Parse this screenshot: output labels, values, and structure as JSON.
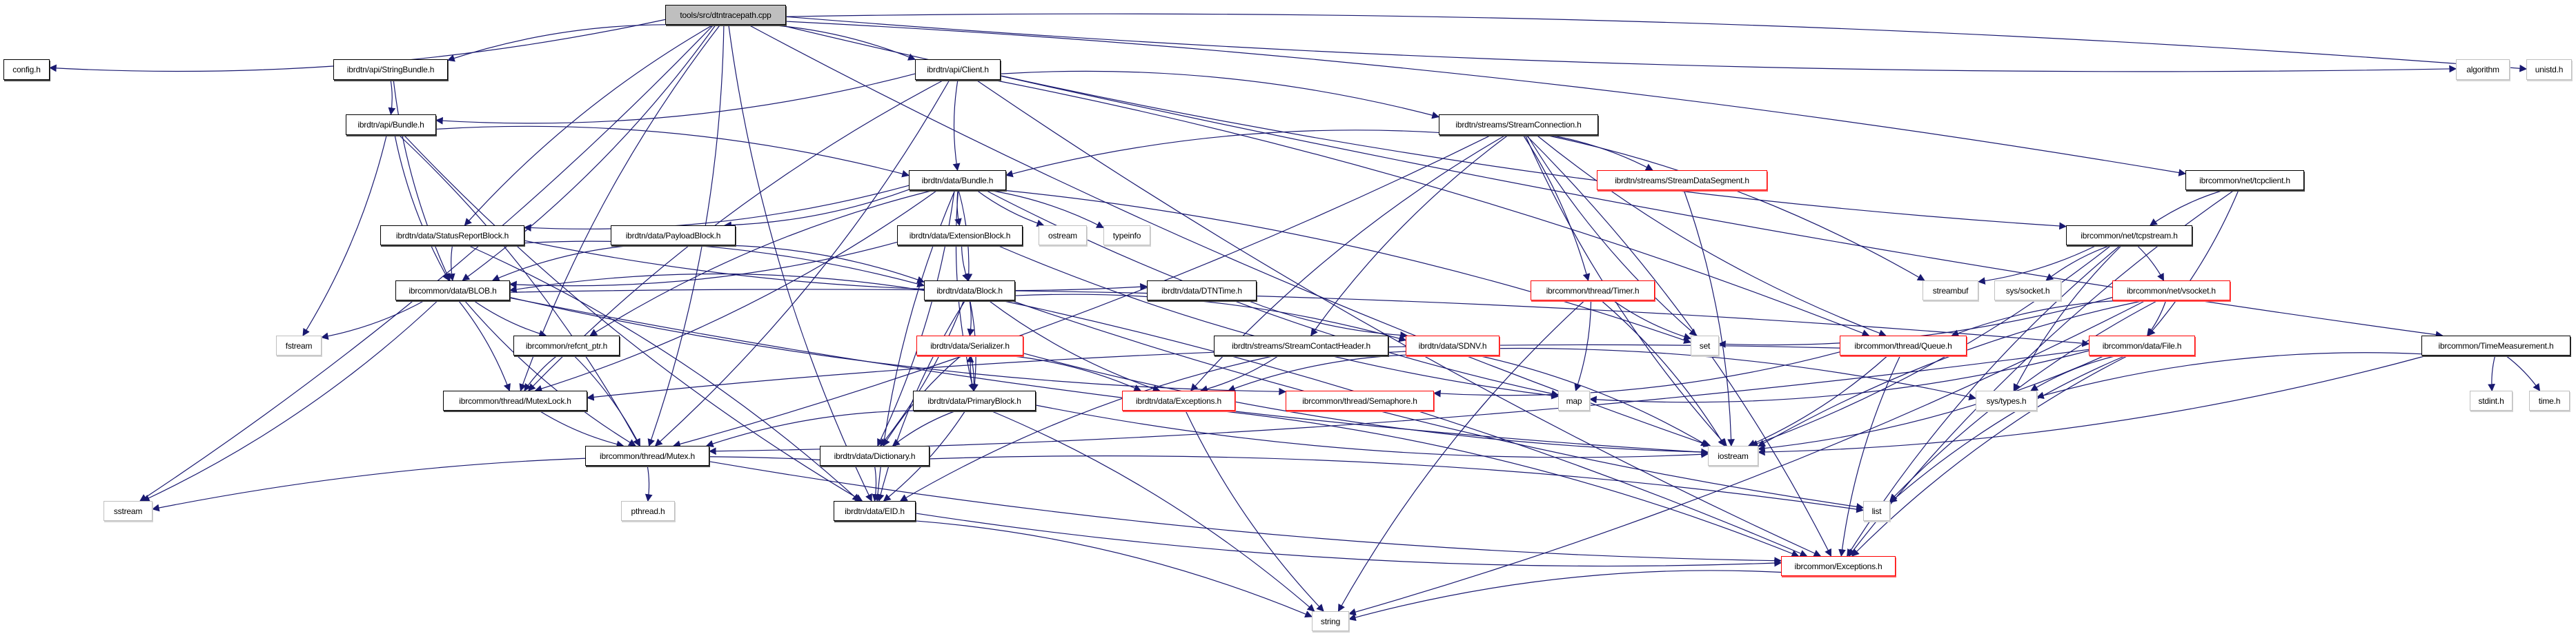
{
  "title": "tools/src/dtntracepath.cpp include dependency graph",
  "colors": {
    "edge": "#191970",
    "root_fill": "#bfbfbf",
    "normal_border": "#000000",
    "truncated_border": "#ff0000",
    "external_border": "#bfbfbf"
  },
  "nodes": [
    {
      "id": "root",
      "label": "tools/src/dtntracepath.cpp",
      "kind": "root"
    },
    {
      "id": "config",
      "label": "config.h",
      "kind": "normal"
    },
    {
      "id": "stringbundle",
      "label": "ibrdtn/api/StringBundle.h",
      "kind": "normal"
    },
    {
      "id": "client",
      "label": "ibrdtn/api/Client.h",
      "kind": "normal"
    },
    {
      "id": "algorithm",
      "label": "algorithm",
      "kind": "external"
    },
    {
      "id": "unistd",
      "label": "unistd.h",
      "kind": "external"
    },
    {
      "id": "apibundle",
      "label": "ibrdtn/api/Bundle.h",
      "kind": "normal"
    },
    {
      "id": "streamconn",
      "label": "ibrdtn/streams/StreamConnection.h",
      "kind": "normal"
    },
    {
      "id": "databundle",
      "label": "ibrdtn/data/Bundle.h",
      "kind": "normal"
    },
    {
      "id": "streamdataseg",
      "label": "ibrdtn/streams/StreamDataSegment.h",
      "kind": "truncated"
    },
    {
      "id": "tcpclient",
      "label": "ibrcommon/net/tcpclient.h",
      "kind": "normal"
    },
    {
      "id": "statusreport",
      "label": "ibrdtn/data/StatusReportBlock.h",
      "kind": "normal"
    },
    {
      "id": "payload",
      "label": "ibrdtn/data/PayloadBlock.h",
      "kind": "normal"
    },
    {
      "id": "extblock",
      "label": "ibrdtn/data/ExtensionBlock.h",
      "kind": "normal"
    },
    {
      "id": "ostream",
      "label": "ostream",
      "kind": "external"
    },
    {
      "id": "typeinfo",
      "label": "typeinfo",
      "kind": "external"
    },
    {
      "id": "tcpstream",
      "label": "ibrcommon/net/tcpstream.h",
      "kind": "normal"
    },
    {
      "id": "blob",
      "label": "ibrcommon/data/BLOB.h",
      "kind": "normal"
    },
    {
      "id": "block",
      "label": "ibrdtn/data/Block.h",
      "kind": "normal"
    },
    {
      "id": "dtntime",
      "label": "ibrdtn/data/DTNTime.h",
      "kind": "normal"
    },
    {
      "id": "timer",
      "label": "ibrcommon/thread/Timer.h",
      "kind": "truncated"
    },
    {
      "id": "streambuf",
      "label": "streambuf",
      "kind": "external"
    },
    {
      "id": "syssocket",
      "label": "sys/socket.h",
      "kind": "external"
    },
    {
      "id": "vsocket",
      "label": "ibrcommon/net/vsocket.h",
      "kind": "truncated"
    },
    {
      "id": "fstream",
      "label": "fstream",
      "kind": "external"
    },
    {
      "id": "refcnt",
      "label": "ibrcommon/refcnt_ptr.h",
      "kind": "normal"
    },
    {
      "id": "serializer",
      "label": "ibrdtn/data/Serializer.h",
      "kind": "truncated"
    },
    {
      "id": "contacthdr",
      "label": "ibrdtn/streams/StreamContactHeader.h",
      "kind": "normal"
    },
    {
      "id": "sdnv",
      "label": "ibrdtn/data/SDNV.h",
      "kind": "truncated"
    },
    {
      "id": "set",
      "label": "set",
      "kind": "external"
    },
    {
      "id": "queue",
      "label": "ibrcommon/thread/Queue.h",
      "kind": "truncated"
    },
    {
      "id": "file",
      "label": "ibrcommon/data/File.h",
      "kind": "truncated"
    },
    {
      "id": "timemeas",
      "label": "ibrcommon/TimeMeasurement.h",
      "kind": "normal"
    },
    {
      "id": "mutexlock",
      "label": "ibrcommon/thread/MutexLock.h",
      "kind": "normal"
    },
    {
      "id": "primary",
      "label": "ibrdtn/data/PrimaryBlock.h",
      "kind": "normal"
    },
    {
      "id": "dataexc",
      "label": "ibrdtn/data/Exceptions.h",
      "kind": "truncated"
    },
    {
      "id": "semaphore",
      "label": "ibrcommon/thread/Semaphore.h",
      "kind": "truncated"
    },
    {
      "id": "map",
      "label": "map",
      "kind": "external"
    },
    {
      "id": "systypes",
      "label": "sys/types.h",
      "kind": "external"
    },
    {
      "id": "stdint",
      "label": "stdint.h",
      "kind": "external"
    },
    {
      "id": "timeh",
      "label": "time.h",
      "kind": "external"
    },
    {
      "id": "mutex",
      "label": "ibrcommon/thread/Mutex.h",
      "kind": "normal"
    },
    {
      "id": "dictionary",
      "label": "ibrdtn/data/Dictionary.h",
      "kind": "normal"
    },
    {
      "id": "iostream",
      "label": "iostream",
      "kind": "external"
    },
    {
      "id": "sstream",
      "label": "sstream",
      "kind": "external"
    },
    {
      "id": "pthread",
      "label": "pthread.h",
      "kind": "external"
    },
    {
      "id": "eid",
      "label": "ibrdtn/data/EID.h",
      "kind": "normal"
    },
    {
      "id": "list",
      "label": "list",
      "kind": "external"
    },
    {
      "id": "commonexc",
      "label": "ibrcommon/Exceptions.h",
      "kind": "truncated"
    },
    {
      "id": "string",
      "label": "string",
      "kind": "external"
    }
  ],
  "edges": [
    [
      "root",
      "config"
    ],
    [
      "root",
      "stringbundle"
    ],
    [
      "root",
      "client"
    ],
    [
      "root",
      "algorithm"
    ],
    [
      "root",
      "unistd"
    ],
    [
      "root",
      "statusreport"
    ],
    [
      "root",
      "tcpclient"
    ],
    [
      "root",
      "timemeas"
    ],
    [
      "root",
      "sstream"
    ],
    [
      "root",
      "mutexlock"
    ],
    [
      "root",
      "mutex"
    ],
    [
      "root",
      "eid"
    ],
    [
      "root",
      "blob"
    ],
    [
      "root",
      "iostream"
    ],
    [
      "stringbundle",
      "apibundle"
    ],
    [
      "stringbundle",
      "blob"
    ],
    [
      "client",
      "apibundle"
    ],
    [
      "client",
      "databundle"
    ],
    [
      "client",
      "streamconn"
    ],
    [
      "client",
      "tcpstream"
    ],
    [
      "client",
      "mutex"
    ],
    [
      "client",
      "mutexlock"
    ],
    [
      "client",
      "queue"
    ],
    [
      "client",
      "commonexc"
    ],
    [
      "apibundle",
      "databundle"
    ],
    [
      "apibundle",
      "blob"
    ],
    [
      "apibundle",
      "fstream"
    ],
    [
      "apibundle",
      "eid"
    ],
    [
      "apibundle",
      "mutex"
    ],
    [
      "streamconn",
      "databundle"
    ],
    [
      "streamconn",
      "streamdataseg"
    ],
    [
      "streamconn",
      "contacthdr"
    ],
    [
      "streamconn",
      "timer"
    ],
    [
      "streamconn",
      "queue"
    ],
    [
      "streamconn",
      "streambuf"
    ],
    [
      "streamconn",
      "iostream"
    ],
    [
      "streamconn",
      "mutex"
    ],
    [
      "streamconn",
      "dataexc"
    ],
    [
      "streamconn",
      "commonexc"
    ],
    [
      "streamconn",
      "set"
    ],
    [
      "streamdataseg",
      "iostream"
    ],
    [
      "tcpclient",
      "tcpstream"
    ],
    [
      "tcpclient",
      "file"
    ],
    [
      "tcpclient",
      "commonexc"
    ],
    [
      "databundle",
      "block"
    ],
    [
      "databundle",
      "primary"
    ],
    [
      "databundle",
      "payload"
    ],
    [
      "databundle",
      "extblock"
    ],
    [
      "databundle",
      "statusreport"
    ],
    [
      "databundle",
      "ostream"
    ],
    [
      "databundle",
      "typeinfo"
    ],
    [
      "databundle",
      "refcnt"
    ],
    [
      "databundle",
      "dictionary"
    ],
    [
      "databundle",
      "eid"
    ],
    [
      "databundle",
      "set"
    ],
    [
      "databundle",
      "map"
    ],
    [
      "databundle",
      "mutexlock"
    ],
    [
      "statusreport",
      "blob"
    ],
    [
      "statusreport",
      "block"
    ],
    [
      "statusreport",
      "dtntime"
    ],
    [
      "statusreport",
      "eid"
    ],
    [
      "payload",
      "blob"
    ],
    [
      "payload",
      "block"
    ],
    [
      "extblock",
      "block"
    ],
    [
      "extblock",
      "blob"
    ],
    [
      "extblock",
      "map"
    ],
    [
      "block",
      "serializer"
    ],
    [
      "block",
      "dataexc"
    ],
    [
      "block",
      "sdnv"
    ],
    [
      "block",
      "eid"
    ],
    [
      "block",
      "dictionary"
    ],
    [
      "block",
      "list"
    ],
    [
      "block",
      "commonexc"
    ],
    [
      "block",
      "blob"
    ],
    [
      "block",
      "primary"
    ],
    [
      "dtntime",
      "sdnv"
    ],
    [
      "blob",
      "fstream"
    ],
    [
      "blob",
      "refcnt"
    ],
    [
      "blob",
      "mutexlock"
    ],
    [
      "blob",
      "mutex"
    ],
    [
      "blob",
      "file"
    ],
    [
      "blob",
      "iostream"
    ],
    [
      "blob",
      "sstream"
    ],
    [
      "blob",
      "semaphore"
    ],
    [
      "refcnt",
      "mutex"
    ],
    [
      "refcnt",
      "mutexlock"
    ],
    [
      "timer",
      "map"
    ],
    [
      "timer",
      "set"
    ],
    [
      "timer",
      "iostream"
    ],
    [
      "timer",
      "string"
    ],
    [
      "tcpstream",
      "streambuf"
    ],
    [
      "tcpstream",
      "syssocket"
    ],
    [
      "tcpstream",
      "vsocket"
    ],
    [
      "tcpstream",
      "systypes"
    ],
    [
      "tcpstream",
      "iostream"
    ],
    [
      "tcpstream",
      "commonexc"
    ],
    [
      "vsocket",
      "file"
    ],
    [
      "vsocket",
      "queue"
    ],
    [
      "vsocket",
      "set"
    ],
    [
      "vsocket",
      "list"
    ],
    [
      "vsocket",
      "string"
    ],
    [
      "vsocket",
      "iostream"
    ],
    [
      "serializer",
      "primary"
    ],
    [
      "serializer",
      "dictionary"
    ],
    [
      "serializer",
      "dataexc"
    ],
    [
      "serializer",
      "iostream"
    ],
    [
      "contacthdr",
      "dataexc"
    ],
    [
      "contacthdr",
      "eid"
    ],
    [
      "contacthdr",
      "systypes"
    ],
    [
      "sdnv",
      "dataexc"
    ],
    [
      "sdnv",
      "iostream"
    ],
    [
      "queue",
      "mutexlock"
    ],
    [
      "queue",
      "semaphore"
    ],
    [
      "queue",
      "commonexc"
    ],
    [
      "queue",
      "iostream"
    ],
    [
      "file",
      "systypes"
    ],
    [
      "file",
      "map"
    ],
    [
      "file",
      "list"
    ],
    [
      "file",
      "iostream"
    ],
    [
      "file",
      "commonexc"
    ],
    [
      "file",
      "mutex"
    ],
    [
      "timemeas",
      "stdint"
    ],
    [
      "timemeas",
      "timeh"
    ],
    [
      "timemeas",
      "systypes"
    ],
    [
      "timemeas",
      "iostream"
    ],
    [
      "mutexlock",
      "mutex"
    ],
    [
      "primary",
      "serializer"
    ],
    [
      "primary",
      "dictionary"
    ],
    [
      "primary",
      "eid"
    ],
    [
      "primary",
      "mutex"
    ],
    [
      "primary",
      "string"
    ],
    [
      "primary",
      "iostream"
    ],
    [
      "dataexc",
      "commonexc"
    ],
    [
      "dataexc",
      "string"
    ],
    [
      "mutex",
      "pthread"
    ],
    [
      "mutex",
      "commonexc"
    ],
    [
      "dictionary",
      "eid"
    ],
    [
      "dictionary",
      "sstream"
    ],
    [
      "dictionary",
      "list"
    ],
    [
      "eid",
      "commonexc"
    ],
    [
      "eid",
      "string"
    ],
    [
      "commonexc",
      "string"
    ]
  ]
}
